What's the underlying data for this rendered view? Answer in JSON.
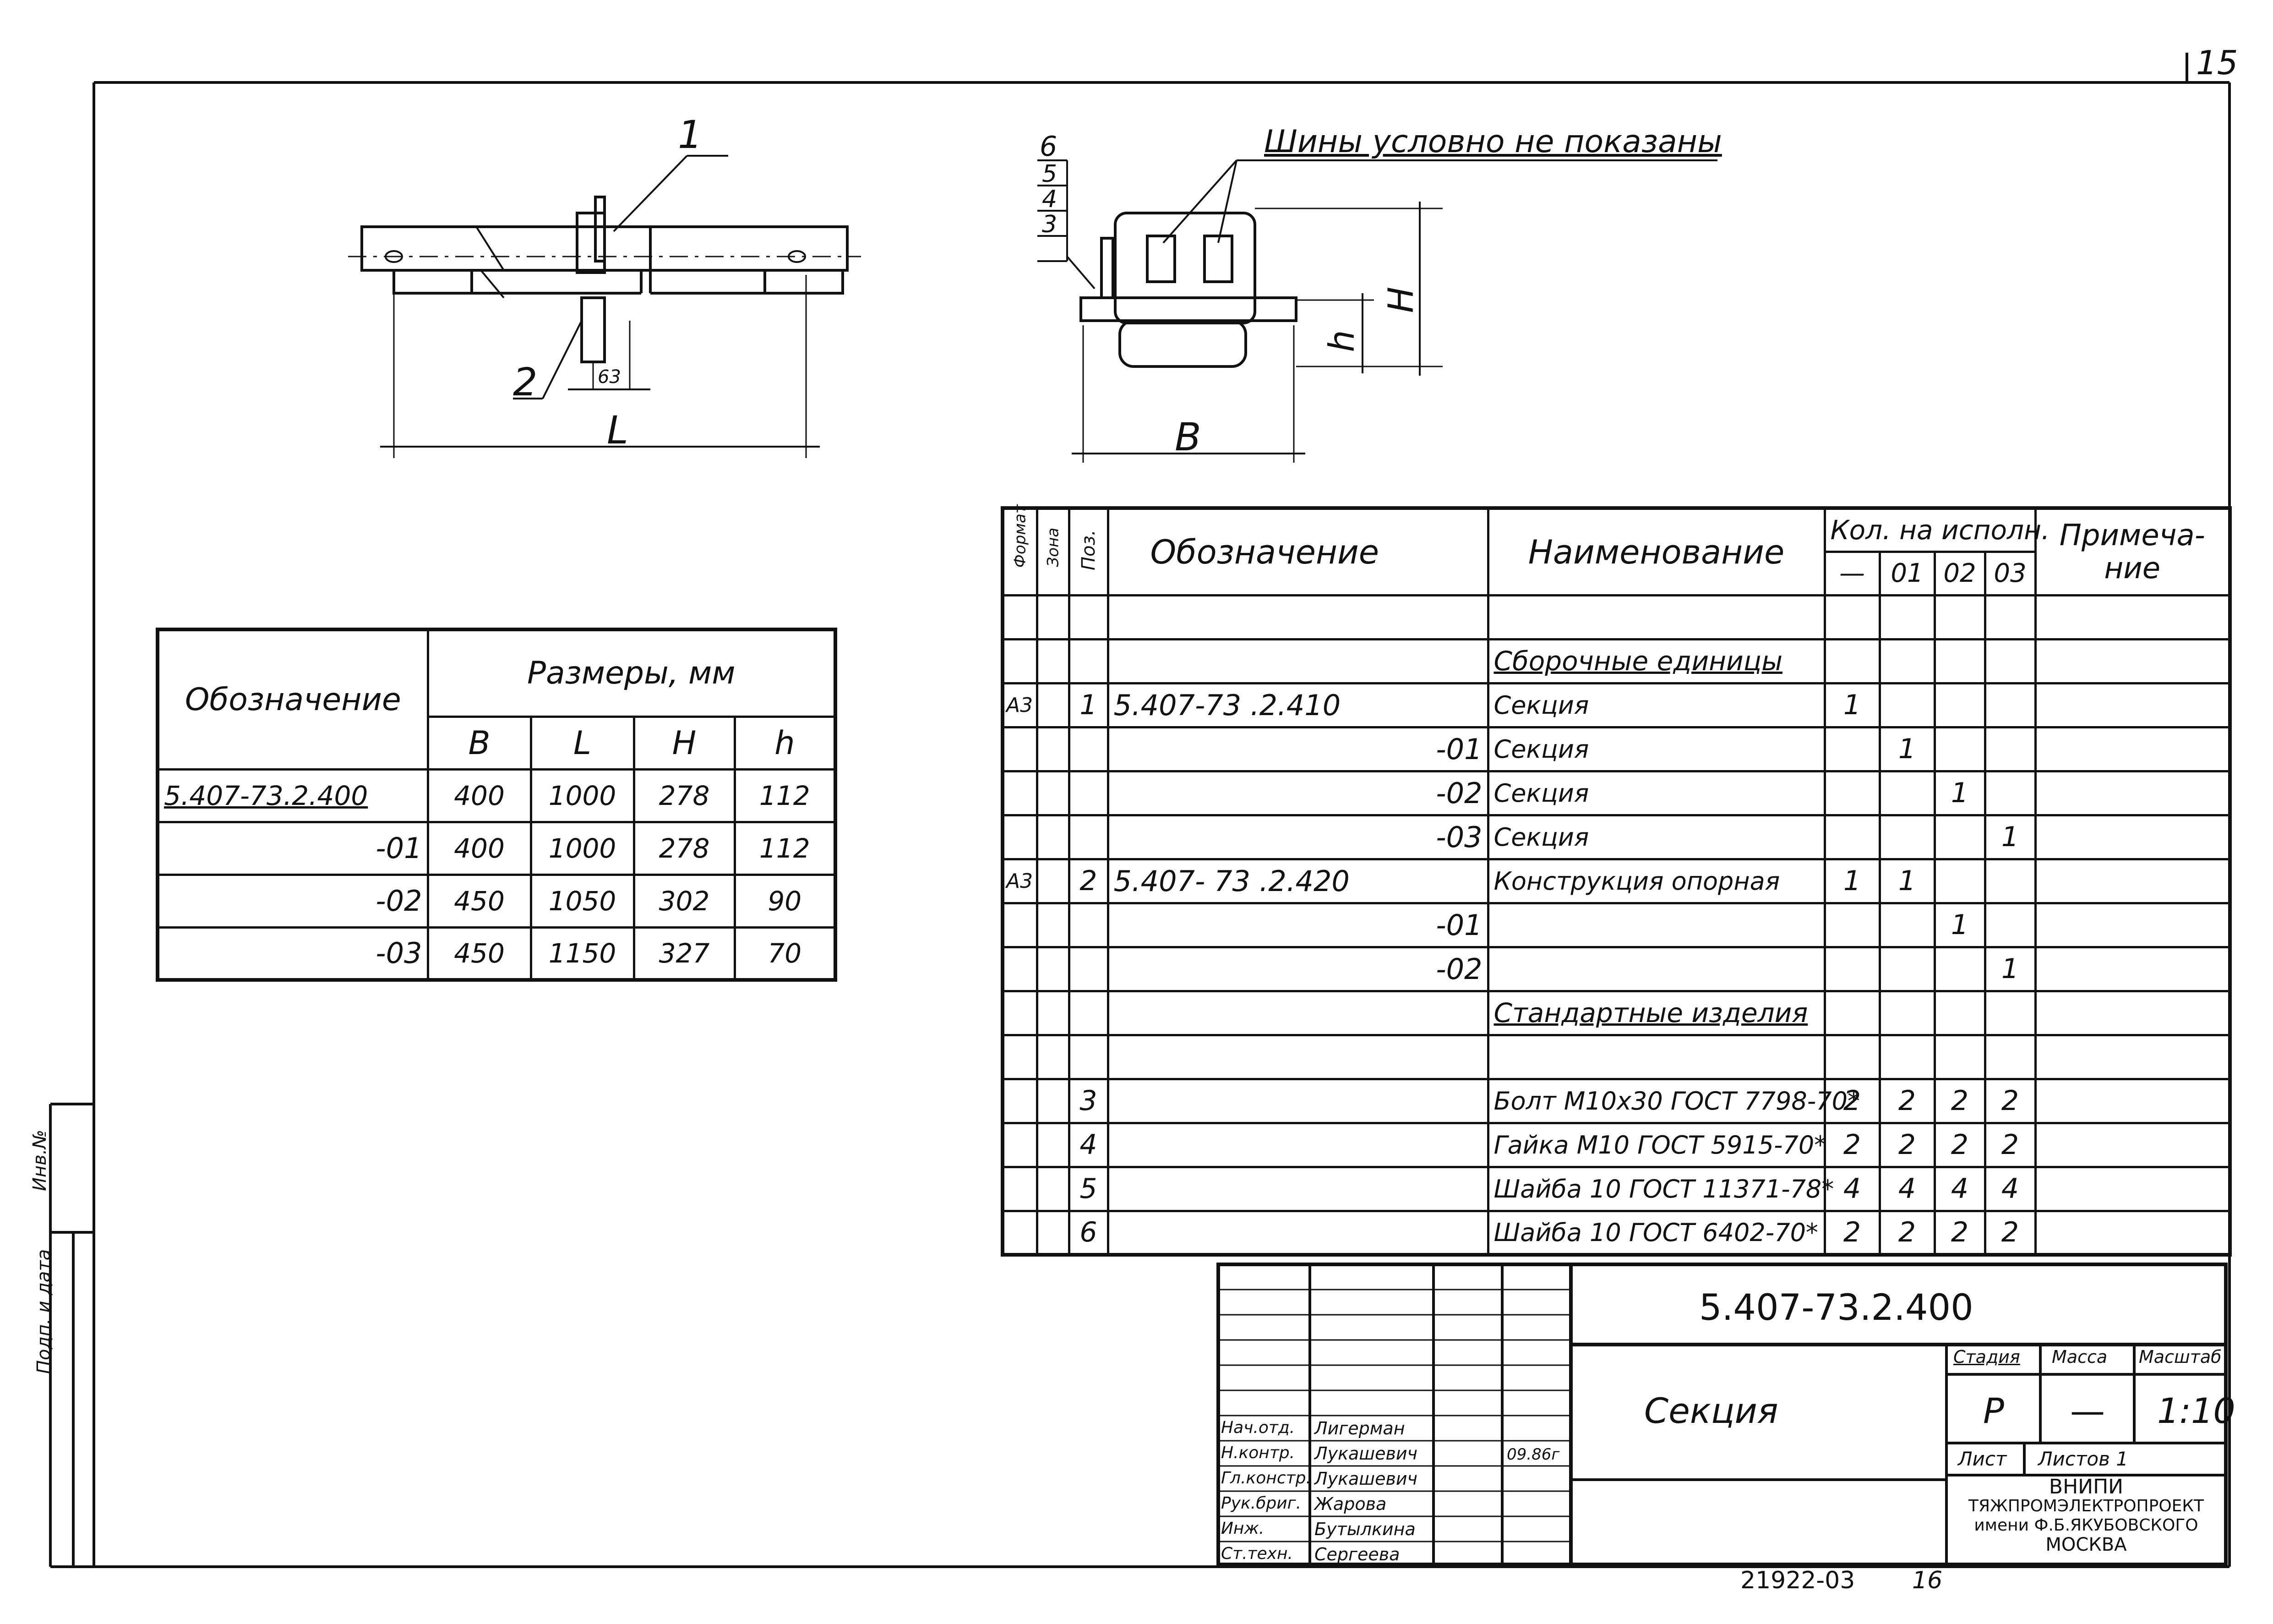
{
  "sheet_corner": "15",
  "note": "Шины условно не показаны",
  "leader_labels": {
    "l1": "1",
    "l2": "2",
    "l63": "63",
    "L": "L",
    "B": "B",
    "H": "H",
    "h": "h",
    "p3": "3",
    "p4": "4",
    "p5": "5",
    "p6": "6"
  },
  "dims_table": {
    "head_designation": "Обозначение",
    "head_sizes": "Размеры, мм",
    "cols": [
      "B",
      "L",
      "H",
      "h"
    ],
    "rows": [
      {
        "name": "5.407-73.2.400",
        "B": "400",
        "L": "1000",
        "H": "278",
        "h": "112"
      },
      {
        "name": "-01",
        "B": "400",
        "L": "1000",
        "H": "278",
        "h": "112"
      },
      {
        "name": "-02",
        "B": "450",
        "L": "1050",
        "H": "302",
        "h": "90"
      },
      {
        "name": "-03",
        "B": "450",
        "L": "1150",
        "H": "327",
        "h": "70"
      }
    ]
  },
  "spec": {
    "h_format": "Формат",
    "h_zone": "Зона",
    "h_pos": "Поз.",
    "h_desig": "Обозначение",
    "h_name": "Наименование",
    "h_qty": "Кол. на исполн.",
    "h_qty_cols": [
      "—",
      "01",
      "02",
      "03"
    ],
    "h_note1": "Примеча-",
    "h_note2": "ние",
    "rows": [
      {
        "fmt": "",
        "pos": "",
        "desig": "",
        "name": "",
        "q": [
          "",
          "",
          "",
          ""
        ]
      },
      {
        "fmt": "",
        "pos": "",
        "desig": "",
        "name": "Сборочные единицы",
        "q": [
          "",
          "",
          "",
          ""
        ],
        "section": true
      },
      {
        "fmt": "А3",
        "pos": "1",
        "desig": "5.407-73 .2.410",
        "name": "Секция",
        "q": [
          "1",
          "",
          "",
          ""
        ]
      },
      {
        "fmt": "",
        "pos": "",
        "desig": "-01",
        "name": "Секция",
        "q": [
          "",
          "1",
          "",
          ""
        ],
        "right": true
      },
      {
        "fmt": "",
        "pos": "",
        "desig": "-02",
        "name": "Секция",
        "q": [
          "",
          "",
          "1",
          ""
        ],
        "right": true
      },
      {
        "fmt": "",
        "pos": "",
        "desig": "-03",
        "name": "Секция",
        "q": [
          "",
          "",
          "",
          "1"
        ],
        "right": true
      },
      {
        "fmt": "А3",
        "pos": "2",
        "desig": "5.407- 73 .2.420",
        "name": "Конструкция опорная",
        "q": [
          "1",
          "1",
          "",
          ""
        ]
      },
      {
        "fmt": "",
        "pos": "",
        "desig": "-01",
        "name": "",
        "q": [
          "",
          "",
          "1",
          ""
        ],
        "right": true
      },
      {
        "fmt": "",
        "pos": "",
        "desig": "-02",
        "name": "",
        "q": [
          "",
          "",
          "",
          "1"
        ],
        "right": true
      },
      {
        "fmt": "",
        "pos": "",
        "desig": "",
        "name": "Стандартные изделия",
        "q": [
          "",
          "",
          "",
          ""
        ],
        "section": true
      },
      {
        "fmt": "",
        "pos": "",
        "desig": "",
        "name": "",
        "q": [
          "",
          "",
          "",
          ""
        ]
      },
      {
        "fmt": "",
        "pos": "3",
        "desig": "",
        "name": "Болт М10х30 ГОСТ 7798-70*",
        "q": [
          "2",
          "2",
          "2",
          "2"
        ]
      },
      {
        "fmt": "",
        "pos": "4",
        "desig": "",
        "name": "Гайка М10 ГОСТ 5915-70*",
        "q": [
          "2",
          "2",
          "2",
          "2"
        ]
      },
      {
        "fmt": "",
        "pos": "5",
        "desig": "",
        "name": "Шайба 10 ГОСТ 11371-78*",
        "q": [
          "4",
          "4",
          "4",
          "4"
        ]
      },
      {
        "fmt": "",
        "pos": "6",
        "desig": "",
        "name": "Шайба 10 ГОСТ 6402-70*",
        "q": [
          "2",
          "2",
          "2",
          "2"
        ]
      }
    ]
  },
  "title_block": {
    "code": "5.407-73.2.400",
    "title": "Секция",
    "h_stage": "Стадия",
    "h_mass": "Масса",
    "h_scale": "Масштаб",
    "stage": "Р",
    "mass": "—",
    "scale": "1:10",
    "sheet": "Лист",
    "sheets": "Листов 1",
    "org1": "ВНИПИ",
    "org2": "ТЯЖПРОМЭЛЕКТРОПРОЕКТ",
    "org3": "имени Ф.Б.ЯКУБОВСКОГО",
    "org4": "МОСКВА",
    "date": "09.86г",
    "people": [
      {
        "role": "Нач.отд.",
        "name": "Лигерман"
      },
      {
        "role": "Н.контр.",
        "name": "Лукашевич"
      },
      {
        "role": "Гл.констр.",
        "name": "Лукашевич"
      },
      {
        "role": "Рук.бриг.",
        "name": "Жарова"
      },
      {
        "role": "Инж.",
        "name": "Бутылкина"
      },
      {
        "role": "Ст.техн.",
        "name": "Сергеева"
      }
    ]
  },
  "bottom_left": "21922-03",
  "bottom_right": "16",
  "side_label1": "Инв.№",
  "side_label2": "Подп. и дата"
}
